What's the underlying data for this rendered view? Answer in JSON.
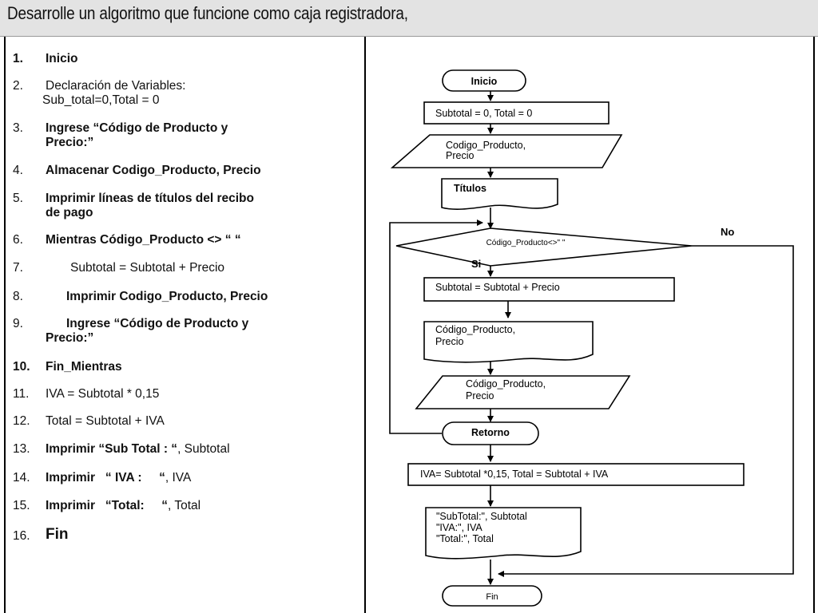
{
  "title": "Desarrolle un algoritmo que funcione como caja registradora,",
  "steps": [
    {
      "num": "1.",
      "text": "Inicio"
    },
    {
      "num": "2.",
      "text": "Declaración de Variables:",
      "cont": "Sub_total=0,Total = 0"
    },
    {
      "num": "3.",
      "text": "Ingrese “Código de Producto y",
      "cont": "Precio:”"
    },
    {
      "num": "4.",
      "text": "Almacenar Codigo_Producto, Precio"
    },
    {
      "num": "5.",
      "text": "Imprimir líneas de títulos del recibo",
      "cont": "de pago"
    },
    {
      "num": "6.",
      "text": "Mientras Código_Producto <> “      “"
    },
    {
      "num": "7.",
      "text": "Subtotal = Subtotal + Precio"
    },
    {
      "num": "8.",
      "text": "Imprimir Codigo_Producto, Precio"
    },
    {
      "num": "9.",
      "text": "Ingrese “Código de Producto y",
      "cont": "Precio:”"
    },
    {
      "num": "10.",
      "text": "Fin_Mientras"
    },
    {
      "num": "11.",
      "text": "IVA = Subtotal * 0,15"
    },
    {
      "num": "12.",
      "text": "Total = Subtotal + IVA"
    },
    {
      "num": "13.",
      "text_bold": "Imprimir “Sub Total : “",
      "text_rest": ", Subtotal"
    },
    {
      "num": "14.",
      "text_bold": "Imprimir   “ IVA :     “",
      "text_rest": ", IVA"
    },
    {
      "num": "15.",
      "text_bold": "Imprimir   “Total:     “",
      "text_rest": ", Total"
    },
    {
      "num": "16.",
      "text": "Fin"
    }
  ],
  "flowchart": {
    "start": "Inicio",
    "init": "Subtotal = 0, Total = 0",
    "input1": [
      "Codigo_Producto,",
      "Precio"
    ],
    "titles": "Títulos",
    "condition": "Código_Producto<>\"  \"",
    "yes_label": "Si",
    "no_label": "No",
    "assign": "Subtotal = Subtotal + Precio",
    "output1": [
      "Código_Producto,",
      "Precio"
    ],
    "input2": [
      "Código_Producto,",
      "Precio"
    ],
    "return": "Retorno",
    "calc": "IVA= Subtotal *0,15, Total = Subtotal + IVA",
    "output2": [
      "\"SubTotal:\", Subtotal",
      "\"IVA:\", IVA",
      "\"Total:\", Total"
    ],
    "end": "Fin"
  }
}
